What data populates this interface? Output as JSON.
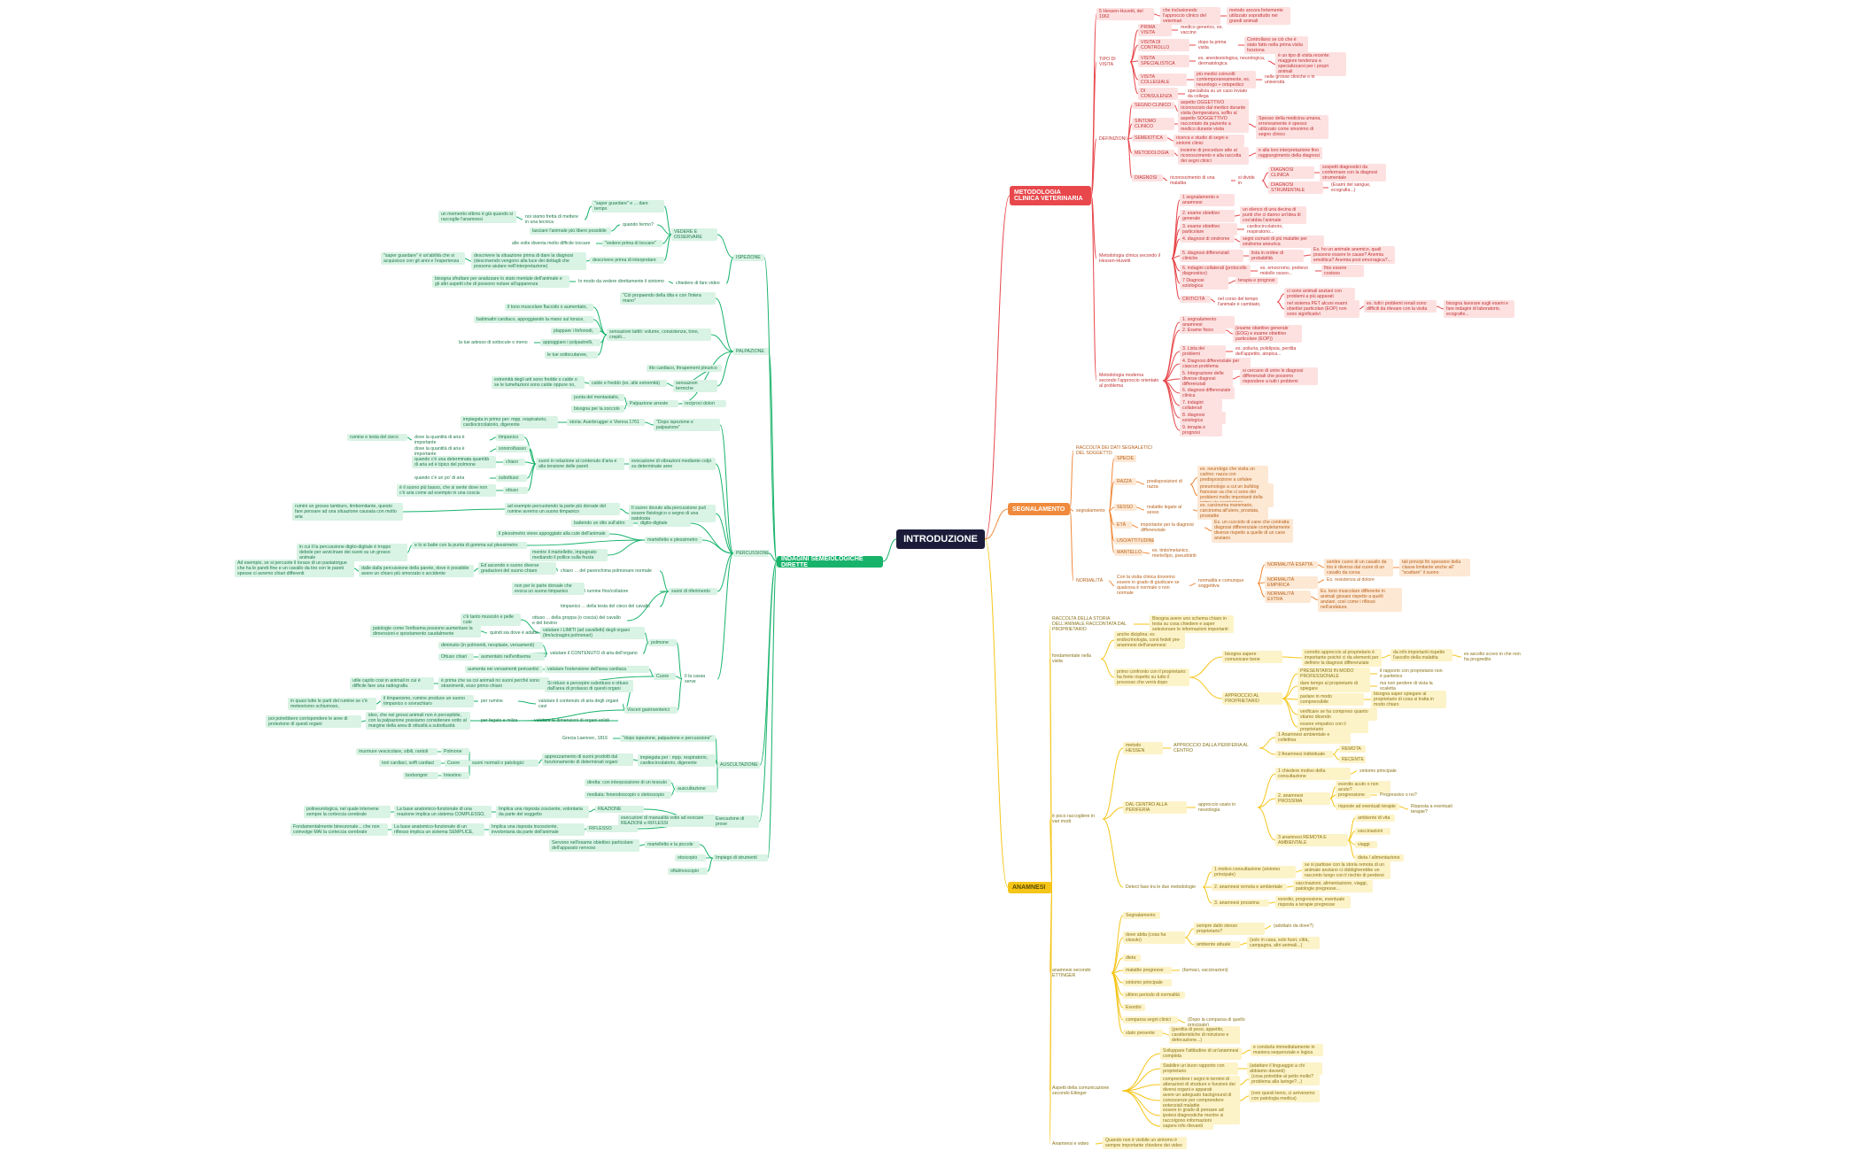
{
  "root": "INTRODUZIONE",
  "branches": {
    "metodologia": "METODOLOGIA CLINICA VETERINARIA",
    "segnalamento": "SEGNALAMENTO",
    "anamnesi": "ANAMNESI",
    "indagini": "INDAGINI SEMEIOLOGICHE DIRETTE"
  },
  "colors": {
    "red": "#e8474b",
    "orange": "#f08a3c",
    "yellow": "#f5c518",
    "green": "#18b36b",
    "root": "#1c1c3a"
  },
  "nodes": {
    "r1": "5 Hessen-Huvetti, del 1962",
    "r1a": "che inclusionedo l'approccio clinico del veterinari",
    "r1b": "metodo ancora fortemente utilizzato soprattutto nei grandi animali",
    "r2": "TIPO DI VISITA",
    "r2a": "PRIMA VISITA",
    "r2a1": "medico generico, es. vaccino",
    "r2b": "VISITA DI CONTROLLO",
    "r2b1": "dopo la prima visita",
    "r2b2": "Controllano se ciò che è stato fatto nella prima visita funziona",
    "r2c": "VISITA SPECIALISTICA",
    "r2c1": "es. anestesiologica, neurologica, dermatologica",
    "r2c2": "è un tipo di visita recente: maggiore tendenza a specializzarsi per i propri animali",
    "r2d": "VISITA COLLEGIALE",
    "r2d1": "più medici coinvolti contemporaneamente, es. neurologo + ortopedico",
    "r2d2": "nelle grosse cliniche o in università",
    "r2e": "DI CONSULENZA",
    "r2e1": "specialista su un caso inviato da collega",
    "r3": "DEFINIZIONI",
    "r3a": "SEGNO CLINICO",
    "r3a1": "aspetto OGGETTIVO riconosciuto dal medico durante visita (temperatura, soffio al cuore...)",
    "r3b": "SINTOMO CLINICO",
    "r3b1": "aspetto SOGGETTIVO raccontato da paziente a medico durante visita",
    "r3b2": "Spesso della medicina umana, erroneamente è spesso utilizzato come sinonimo di segno clinico",
    "r3c": "SEMEIOTICA",
    "r3c1": "ricerca e studio di segni e sintomi clinici",
    "r3d": "METODOLOGIA",
    "r3d1": "insieme di procedure atte al riconoscimento e alla raccolta dei segni clinici",
    "r3d2": "e alla loro interpretazione fino raggiungimento della diagnosi",
    "r3e": "DIAGNOSI",
    "r3e1": "riconoscimento di una malattia",
    "r3e2": "si divide in",
    "r3e3": "DIAGNOSI CLINICA",
    "r3e3a": "sospetti diagnostici da confermare con la diagnosi strumentale",
    "r3e4": "DIAGNOSI STRUMENTALE",
    "r3e4a": "(Esami del sangue, ecografia...)",
    "r4": "Metodologia clinica secondo il Hessen-Huvetti",
    "r4a": "1 segnalamento e anamnesi",
    "r4b": "2. esame obiettivo generale",
    "r4b1": "un elenco di una decina di punti che ci danno un'idea di cos'abbia l'animale",
    "r4c": "3. esame obiettivo particolare",
    "r4c1": "cardiocircolatorio, respiratorio...",
    "r4d": "4. diagnosi di sindrome",
    "r4d1": "segni comuni di più malattie per sindrome aneurica",
    "r4e": "5. diagnosi differenziali cliniche",
    "r4e1": "lista in ordine di probabilità",
    "r4e2": "Es. ho un animale anemico, quali possono essere le cause? Anemia emolitica? Anemia post emorragica?...",
    "r4f": "6. indagini collaterali (protocollo diagnostico)",
    "r4f1": "es. emocromo, prelievo midollo osseo...",
    "r4f2": "fino essere costoso",
    "r4g": "7 Diagnosi eziologica",
    "r4g1": "terapia e prognosi",
    "r4h": "CRITICITÀ",
    "r4h1": "nel corso del tempo l'animale è cambiato,",
    "r4h2": "ci sono animali anziani con problemi a più apparati",
    "r4h3": "nel sistema PET alcuni esami obiettivi particolari (EOP) non sono significativi",
    "r4h4": "es. tutti i problemi renali sono difficili da rilevare con la visita",
    "r4h5": "bisogna lavorare sugli esami e fare indagini di laboratorio, ecografie...",
    "r5": "Metodologia moderna secondo l'approccio orientato al problema",
    "r5a": "1. segnalamento anamnesi",
    "r5b": "2. Esame fisico",
    "r5b1": "(esame obiettivo generale (EOG) e esame obiettivo particolare (EOP))",
    "r5c": "3. Lista dei problemi",
    "r5c1": "es. poliuria, polidipsia, perdita dell'appetito, atopica...",
    "r5d": "4. Diagnosi differenziale per ciascun problema",
    "r5e": "5. Integrazione delle diverse diagnosi differenziali",
    "r5e1": "si cercano di unire le diagnosi differenziali che possono rispondere a tutti i problemi",
    "r5f": "6. diagnosi differenziale clinica",
    "r5g": "7. indagini collaterali",
    "r5h": "8. diagnosi eziologica",
    "r5i": "9. terapia e prognosi",
    "o0": "RACCOLTA DEI DATI SEGNALETICI DEL SOGGETTO",
    "o1": "segnalamento",
    "o1a": "SPECIE",
    "o1b": "RAZZA",
    "o1b1": "predisposizioni di razza",
    "o1b2": "es. neurologo che visita un carlino: razza con predisposizione a cefalee neurologiche",
    "o1b3": "pneumologo a cui un bulldog francese va che ci sono dei problemi molto importanti della prima vie respiratorie",
    "o1c": "SESSO",
    "o1c1": "malattie legate al sesso",
    "o1c2": "es. carcinoma mammario, carcinoma all'utero, prostata, prostatite",
    "o1d": "ETÀ",
    "o1d1": "importante per la diagnosi differenziale",
    "o1d2": "Es. un cucciolo di cane che contratta diagnosi differenziale completamente diverse rispetto a quelle di un cane anziano",
    "o1e": "USO/ATTITUDINE",
    "o1f": "MANTELLO",
    "o1f1": "es. tinto/melanico, merle/tipo, pseudotriti",
    "o2": "NORMALITÀ",
    "o2a": "Con la visita clinica dovremo essere in grado di giudicare se qualcosa è normale o non normale",
    "o2b": "normalità e comunque soggettiva",
    "o2c": "NORMALITÀ ESATTA",
    "o2c1": "sentire cuore di un cavallo da tiro è diverso dal cuore di un cavallo da corsa",
    "o2c2": "tali principi fin spessore della classe limitante anche all' \"scattare\" il suono",
    "o2d": "NORMALITÀ EMPIRICA",
    "o2d1": "Es. resistenza al dolore",
    "o2e": "NORMALITÀ EXTRA",
    "o2e1": "Es. tono muscolare differente in animali giovani rispetto a quelli anziani, così come i riflessi nell'andatura",
    "y0": "RACCOLTA DELLA STORIA DELL'ANIMALE RACCONTATA DAL PROPRIETARIO",
    "y0a": "Bisogna avere uno schema chiaro in testa su cosa chiedere e saper selezionare le informazioni importanti",
    "y1": "fondamentale nella visita",
    "y1a": "anche diciplina: es endocrinologia, corsi fedeli pre-anamnesi dell'anamnesi",
    "y1b": "primo confronto con il proprietario: ha fonte rispetto su tutto il processo che verrà dopo",
    "y1c": "bisogna sapere comunicare bene",
    "y1c1": "corretto approccio al proprietario è importante poiché ci da elementi per definire la diagnosi differenziale",
    "y1c2": "da info importanti rispetto l'ascolto della malattia",
    "y1c3": "es ascolto scovo in che non ha progredito",
    "y1d": "APPROCCIO AL PROPRIETARIO",
    "y1d1": "PRESENTARSI IN MODO PROFESSIONALE",
    "y1d2": "il rapporto con proprietario non è paritetico",
    "y1d3": "dare tempo al proprietario di spiegare",
    "y1d4": "ma non perdere di vista la scaletta",
    "y1d5": "parlare in modo comprensibile",
    "y1d6": "bisogna saper spiegare al proprietario di cosa si tratta in modo chiaro",
    "y1d7": "verificare se ha compreso quanto stiamo dicendo",
    "y1d8": "essere empatico con il proprietario",
    "y2": "è poco raccogliere in vari modi",
    "y2a": "metodo HESSEN",
    "y2a1": "APPROCCIO DALLA PERIFERIA AL CENTRO",
    "y2a2": "1 Anamnesi ambientale e collettiva",
    "y2a3": "2 Anamnesi individuale",
    "y2a4": "REMOTA",
    "y2a5": "RECENTE",
    "y2b": "DAL CENTRO ALLA PERIFERIA",
    "y2b1": "approccio usato in neurologia",
    "y2b2": "1 chiedere motivo della consultazione",
    "y2b3": "sintomo principale",
    "y2b4": "2. anamnesi PROSSIMA",
    "y2b5": "esordio acuto o non acuto?",
    "y2b6": "progressione",
    "y2b7": "Progressivo o no?",
    "y2b8": "risposte ad eventuali terapie",
    "y2b9": "Risposta a eventuali terapie?",
    "y2b10": "3 anamnesi REMOTA E AMBIENTALE",
    "y2b11": "ambiente di vita",
    "y2b12": "vaccinazioni",
    "y2b13": "viaggi",
    "y2b14": "dieta / alimentazione",
    "y2c": "Detect fase tra le due metodologie",
    "y2c1": "1 motivo consultazione (sintomo principale)",
    "y2c2": "se si partisse con la storia remota di un animale anziano ci obbligherebbe un racconto lungo con il rischio di perdersi",
    "y2c3": "2. anamnesi remota e ambientale",
    "y2c4": "vaccinazioni, alimentazione, viaggi, patologie pregresse...",
    "y2c5": "3. anamnesi prossima",
    "y2c6": "esordio, progressione, eventuale risposta a terapie pregresse",
    "y3": "anamnesi secondo ETTINGER",
    "y3a": "Segnalamento",
    "y3b": "dove abita (cosa ha vissuto)",
    "y3b1": "sempre dallo stesso proprietario?",
    "y3b2": "(adottato da dove?)",
    "y3b3": "ambiente attuale",
    "y3b4": "(solo in casa, solo fuori, città, campagna, altri animali...)",
    "y3c": "dieta",
    "y3d": "malattie pregresse",
    "y3d1": "(farmaci, vaccinazioni)",
    "y3e": "sintomo principale",
    "y3f": "ultimo periodo di normalità",
    "y3g": "Esordio",
    "y3h": "comparsa segni clinici",
    "y3h1": "(Dopo la comparsa di quello principale)",
    "y3i": "stato presente",
    "y3i1": "(perdita di peso, appetito, caratteristiche di minzione e defecazione...)",
    "y4": "Aspetti della comunicazione secondo Ettinger",
    "y4a": "Sviluppare l'attitudine di un'anamnesi completa",
    "y4a1": "e condurla immediatamente in maniera sequenziale e logica",
    "y4b": "Stabilire un buon rapporto con proprietario",
    "y4b1": "(adattare il linguaggio a chi abbiamo davanti)",
    "y4c": "comprendere i segni in termini di alterazioni di strutture e funzioni dei diversi organi e apparati",
    "y4c1": "(cosa potrebbe al petto molto? problema alla laringe?...)",
    "y4d": "avere un adeguato background di conoscenze per comprendere potenziali malattie",
    "y4d1": "(non questi temo, ci arriveremo con patologia medica)",
    "y4e": "essere in grado di pensare ad ipotesi diagnostiche mentre si raccolgono informazioni",
    "y4f": "sapere info rilevanti",
    "y5": "Anamnesi e video",
    "y5a": "Quando non è visibile un sintomo è sempre importante chiedere dei video",
    "g1": "ISPEZIONE",
    "g1a": "VEDERE E OSSERVARE",
    "g1a1": "\"saper guardare\" e ... dare tempo",
    "g1a2": "noi siamo fretta di mettere in una tecnica",
    "g1a3": "un momento ottimo è già quando si raccoglie l'anamnesi",
    "g1a4": "quando fermo?",
    "g1a5": "lasciare l'animale più libero possibile",
    "g1a6": "\"vedere prima di toccare\"",
    "g1a7": "alle volte diventa molto difficile toccare",
    "g1a8": "descrivere prima di interpretare",
    "g1a9": "descrivere la situazione prima di dare la diagnosi (descrivendo vengono alla luce dei dettagli che possono aiutare nell'interpretazione)",
    "g1a10": "\"saper guardare\" è un'abilità che si acquisisce con gli anni e l'esperienza",
    "g1b": "chiedere di fare video",
    "g1b1": "In modo da vedere direttamente il sintomo",
    "g1b2": "bisogna sfruttare per analizzare lo stato mentale dell'animale e gli altri aspetti che di possono notare all'apparenza",
    "g2": "PALPAZIONE",
    "g2a": "\"Ciò propaendo della dita e con l'intera mano\"",
    "g2b": "sensazioni tattili: volume, consistenza, tono, crepiti...",
    "g2b1": "il tono muscolare flaccido o aumentato,",
    "g2b2": "battimaltri cardiaco, appoggiando la mano sul torace,",
    "g2b3": "plappare i linfonodi,",
    "g2b4": "appoggiare i polpastrelli,",
    "g2b5": "le tue sottocutanee,",
    "g2b6": "la tue adesso di sottocute o meno",
    "g2c": "sensazioni termiche",
    "g2c1": "itto cardiaco, thrapement pleurico",
    "g2c2": "caldo e freddo (es. alle estremità)",
    "g2c3": "estremità degli arti sono fredde o calde o se le tumefazioni sono calde oppure no,",
    "g2d": "Palpazione arreste",
    "g2d1": "punta del mentastaito,",
    "g2d2": "reciproci dolori",
    "g2d3": "bisogna per la zoccolo",
    "g3": "PERCUSSIONE",
    "g3a": "\"Dopo ispezione e palpazione\"",
    "g3a1": "storia: Auerbrugger e Vienna 1761",
    "g3a2": "impiegata in primo per: mpp. respiratorio, cardiocircolatorio, digerente",
    "g3b": "evocazione di vibrazioni mediante colpi su determinate aree",
    "g3b1": "suoni in relazione al contenuto d'aria e alla tensione delle pareti",
    "g3c": "timpanico",
    "g3c1": "dove la quantità di aria è importante",
    "g3c2": "rumine e testa del cieco",
    "g3d": "sonoro/basso",
    "g3d1": "dove la quantità di aria è importante",
    "g3e": "chiaro",
    "g3e1": "quando c'è una determinata quantità di aria ed è tipico del polmone",
    "g3f": "subottuso",
    "g3f1": "quando c'è un po' di aria",
    "g3g": "ottuso",
    "g3g1": "è il suono più basso, che si sente dove non c'è aria come ad esempio in una coscia",
    "g3h": "Il suono dovuto alla percussione può essere fisiologico o segno di una patologia",
    "g3h1": "ad esempio percuotendo la parte più dorsale del rumine avremo un suono timpanico",
    "g3h2": "rumini un grosso tamburo, timbomitante, questo fare pensare ad una situazione causata con molto aria",
    "g3i": "digito-digitale",
    "g3i1": "battendo un dito sull'altro",
    "g3j": "martelletto e plessimetro",
    "g3j1": "il plessimetro viene appoggiato alla cute dell'animale",
    "g3j2": "e lo si batte con la punta di gomma sul plessimetro",
    "g3j3": "in cui il la percussione digito-digitale è troppo debole per avvicinare dei suoni su un grosso animale",
    "g3j4": "mentre il martelletto, impugnato mediando il pollice sulla frusta",
    "g3k": "suoni di riferimento",
    "g3k1": "chiaro ... del parenchima polmonare normale",
    "g3k2": "Ed ascendo e suono diverse gradazioni del suono chiaro",
    "g3k3": "dalle dalla percussione della parete, dove è possibile avere un chiaro più smorzato o accidente",
    "g3k4": "Ad esempio, se si percuote il torace di un pastatorgue che ha le pareti fine e un cavallo da tiro con le pareti spesse ci avremo chiari differenti",
    "g3k5": "chiaro ... del rumine fino/collatore",
    "g3k6": "non per le parte dorsale che evoca un suono timpanico",
    "g3k7": "timpanico ... della testa del cieco del cavallo",
    "g3k8": "ottuso ... della groppa (o coscia) del cavallo e del bovino",
    "g3l": "Il la cassa serve",
    "g3m": "polmone",
    "g3m1": "valutare i LIMITI (ad cavalletti) degli organi (lim/scinagini polmonari)",
    "g3m2": "c'è tanto muscolo e pelle cute",
    "g3m3": "quindi sia dove è adatto",
    "g3m4": "patologie come l'enfisema possono aumentare la dimensioni e spostamento caudalmente",
    "g3n": "valutare il CONTENUTO di aria dell'organo",
    "g3n1": "diminuito (in polmoniti, neoplasie, versamenti)",
    "g3n2": "aumentato nell'enfisema",
    "g3n3": "Ottuso chiari",
    "g3o": "Cuore",
    "g3o1": "valutare l'estensione dell'area cardiaca",
    "g3o2": "aumenta nei versamenti pericardici",
    "g3o3": "è prima che va coi animali no suoni perché sono stranimenti, esso primo chiaro",
    "g3o4": "utile capito cosi in animali in cui è difficile fare una radiografia",
    "g3p": "Visceri gastroenterici",
    "g3p1": "valutare il contenuto di aria degli organi cavi",
    "g3p2": "per rumine",
    "g3p3": "Si riduce a percepire subottuso e ottuso dall'area di prolasso di questi organi",
    "g3p4": "il timpanismo, rumine produce un suono timpanico o sovrachiaro",
    "g3p5": "in quasi tutte le parti del rumine se c'è meteorismo schiumoso,",
    "g3q": "per fegato e milza",
    "g3q1": "valutare le dimensioni di organi solidi",
    "g3q2": "ideo, che nei grossi animali non è percepibile, con la palpazione possiamo considerare sotto al margine della area di ottusità a subottusità",
    "g3q3": "poi potrebbero corrispondere le aree di proiezione di questi organi",
    "g4": "AUSCULTAZIONE",
    "g4a": "\"dopo ispezione, palpazione e percussione\"",
    "g4a1": "Grecia Laennec, 1816",
    "g4b": "impiegata per : mpp. respiratorio, cardiocircolatorio, digerente",
    "g4b1": "apprezzamento di suoni prodotti dal funzionamento di determinati organi",
    "g4b2": "suoni normali o patologici",
    "g4c": "Polmone",
    "g4c1": "murmure vescicolare, sibili, rantoli",
    "g4d": "Cuore",
    "g4d1": "toni cardiaci, soffi cardiaci",
    "g4e": "Intestino",
    "g4e1": "borborigmi",
    "g4f": "auscultazione",
    "g4f1": "diretta: con interposizione di un tessuto",
    "g4f2": "mediata: fonendoscopio o stetoscopio",
    "g5": "Esecuzione di prove",
    "g5a": "REAZIONE",
    "g5a1": "esecuzioni di manualità volte ad evocare REAZIONI e RIFLESSI",
    "g5a2": "Implica una risposta cosciente, volontaria da parte del soggetto",
    "g5a3": "La base anatomico-funzionale di una reazione implica un sistema COMPLESSO,",
    "g5a4": "polineurologica, nel quale intervene sempre la corteccia cerebrale",
    "g5b": "RIFLESSO",
    "g5b1": "Implica una risposta incosciente, involontaria da parte dell'animale",
    "g5b2": "La base anatomico-funzionale di un riflesso implica un sistema SEMPLICE,",
    "g5b3": "Fondamentalmente bineuronale... che non coinvolge MAI la corteccia cerebrale",
    "g6": "Impiego di strumenti",
    "g6a": "martelletto e la piccole",
    "g6a1": "Servono nell'esame obiettivo particolare dell'apparato nervoso",
    "g6b": "otoscopio",
    "g6c": "oftalmoscopio"
  }
}
